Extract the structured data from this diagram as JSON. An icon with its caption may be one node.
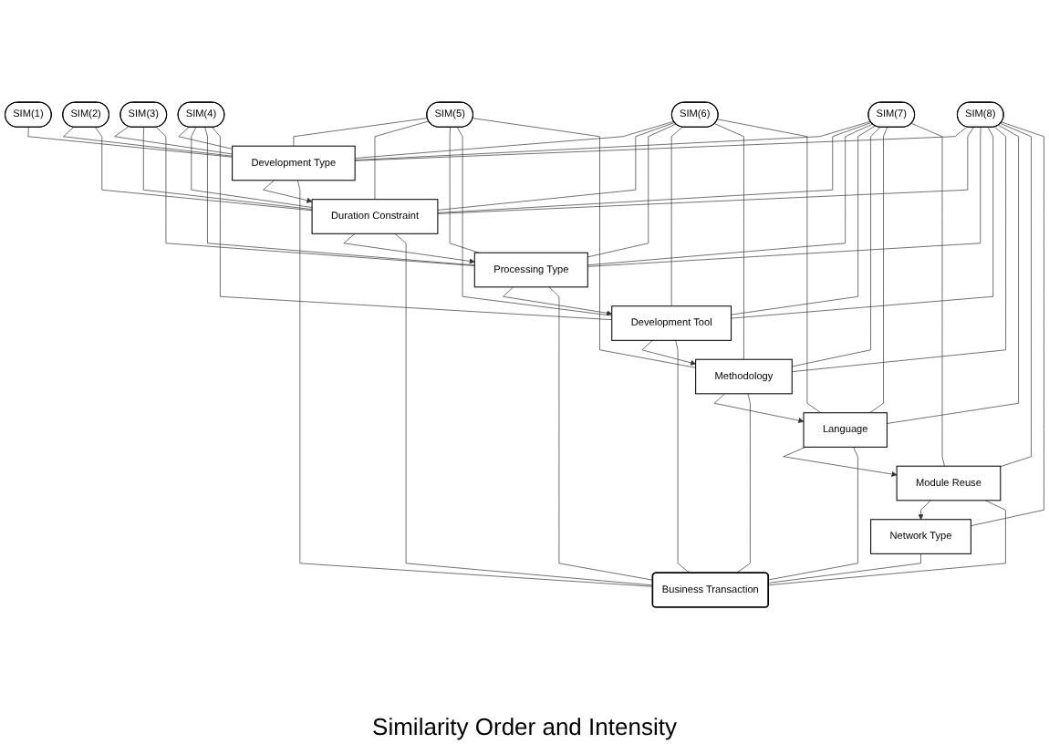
{
  "diagram": {
    "caption": "Similarity Order and Intensity",
    "nodes": [
      {
        "text": [
          "SIM(1)"
        ]
      },
      {
        "text": [
          "SIM(2)"
        ]
      },
      {
        "text": [
          "SIM(3)"
        ]
      },
      {
        "text": [
          "SIM(4)"
        ]
      },
      {
        "text": [
          "SIM(5)"
        ]
      },
      {
        "text": [
          "SIM(6)"
        ]
      },
      {
        "text": [
          "SIM(7)"
        ]
      },
      {
        "text": [
          "SIM(8)"
        ]
      },
      {
        "text": [
          "Development Type"
        ]
      },
      {
        "text": [
          "Duration Constraint"
        ]
      },
      {
        "text": [
          "Processing Type"
        ]
      },
      {
        "text": [
          "Development Tool"
        ]
      },
      {
        "text": [
          "Methodology"
        ]
      },
      {
        "text": [
          "Language"
        ]
      },
      {
        "text": [
          "Module Reuse"
        ]
      },
      {
        "text": [
          "Network Type"
        ]
      },
      {
        "text": [
          "Business Transaction"
        ]
      }
    ],
    "edges": [
      {
        "from": 0,
        "to": 8,
        "arrow": "none"
      },
      {
        "from": 1,
        "to": 8,
        "arrow": "none"
      },
      {
        "from": 1,
        "to": 9,
        "arrow": "none"
      },
      {
        "from": 2,
        "to": 8,
        "arrow": "none"
      },
      {
        "from": 2,
        "to": 9,
        "arrow": "none"
      },
      {
        "from": 2,
        "to": 10,
        "arrow": "none"
      },
      {
        "from": 3,
        "to": 8,
        "arrow": "none"
      },
      {
        "from": 3,
        "to": 9,
        "arrow": "none"
      },
      {
        "from": 3,
        "to": 10,
        "arrow": "none"
      },
      {
        "from": 3,
        "to": 11,
        "arrow": "none"
      },
      {
        "from": 4,
        "to": 8,
        "arrow": "none"
      },
      {
        "from": 4,
        "to": 9,
        "arrow": "none"
      },
      {
        "from": 4,
        "to": 10,
        "arrow": "none"
      },
      {
        "from": 4,
        "to": 11,
        "arrow": "none"
      },
      {
        "from": 4,
        "to": 12,
        "arrow": "none"
      },
      {
        "from": 5,
        "to": 8,
        "arrow": "none"
      },
      {
        "from": 5,
        "to": 9,
        "arrow": "none"
      },
      {
        "from": 5,
        "to": 10,
        "arrow": "none"
      },
      {
        "from": 5,
        "to": 11,
        "arrow": "none"
      },
      {
        "from": 5,
        "to": 12,
        "arrow": "none"
      },
      {
        "from": 5,
        "to": 13,
        "arrow": "none"
      },
      {
        "from": 6,
        "to": 8,
        "arrow": "none"
      },
      {
        "from": 6,
        "to": 9,
        "arrow": "none"
      },
      {
        "from": 6,
        "to": 10,
        "arrow": "none"
      },
      {
        "from": 6,
        "to": 11,
        "arrow": "none"
      },
      {
        "from": 6,
        "to": 12,
        "arrow": "none"
      },
      {
        "from": 6,
        "to": 13,
        "arrow": "none"
      },
      {
        "from": 6,
        "to": 14,
        "arrow": "none"
      },
      {
        "from": 7,
        "to": 8,
        "arrow": "none"
      },
      {
        "from": 7,
        "to": 9,
        "arrow": "none"
      },
      {
        "from": 7,
        "to": 10,
        "arrow": "none"
      },
      {
        "from": 7,
        "to": 11,
        "arrow": "none"
      },
      {
        "from": 7,
        "to": 12,
        "arrow": "none"
      },
      {
        "from": 7,
        "to": 13,
        "arrow": "none"
      },
      {
        "from": 7,
        "to": 14,
        "arrow": "none"
      },
      {
        "from": 7,
        "to": 15,
        "arrow": "none"
      },
      {
        "from": 8,
        "to": 9,
        "arrow": "to"
      },
      {
        "from": 9,
        "to": 10,
        "arrow": "to"
      },
      {
        "from": 10,
        "to": 11,
        "arrow": "to"
      },
      {
        "from": 11,
        "to": 12,
        "arrow": "to"
      },
      {
        "from": 12,
        "to": 13,
        "arrow": "to"
      },
      {
        "from": 13,
        "to": 14,
        "arrow": "to"
      },
      {
        "from": 14,
        "to": 15,
        "arrow": "to"
      },
      {
        "from": 8,
        "to": 16,
        "arrow": "none"
      },
      {
        "from": 9,
        "to": 16,
        "arrow": "none"
      },
      {
        "from": 10,
        "to": 16,
        "arrow": "none"
      },
      {
        "from": 11,
        "to": 16,
        "arrow": "none"
      },
      {
        "from": 12,
        "to": 16,
        "arrow": "none"
      },
      {
        "from": 13,
        "to": 16,
        "arrow": "none"
      },
      {
        "from": 14,
        "to": 16,
        "arrow": "none"
      },
      {
        "from": 15,
        "to": 16,
        "arrow": "none"
      }
    ]
  }
}
